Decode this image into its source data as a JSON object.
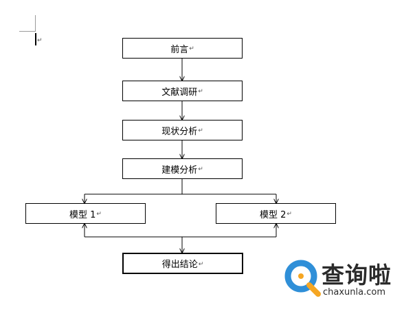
{
  "diagram": {
    "nodes": [
      {
        "id": "intro",
        "label": "前言"
      },
      {
        "id": "lit",
        "label": "文献调研"
      },
      {
        "id": "status",
        "label": "现状分析"
      },
      {
        "id": "model_analysis",
        "label": "建模分析"
      },
      {
        "id": "model1",
        "label": "模型 1"
      },
      {
        "id": "model2",
        "label": "模型 2"
      },
      {
        "id": "conclusion",
        "label": "得出结论"
      }
    ],
    "edges": [
      {
        "from": "intro",
        "to": "lit"
      },
      {
        "from": "lit",
        "to": "status"
      },
      {
        "from": "status",
        "to": "model_analysis"
      },
      {
        "from": "model_analysis",
        "to": "model1"
      },
      {
        "from": "model_analysis",
        "to": "model2"
      },
      {
        "from": "model1",
        "to": "conclusion"
      },
      {
        "from": "model2",
        "to": "conclusion"
      }
    ],
    "paragraph_mark": "↵"
  },
  "watermark": {
    "title": "查询啦",
    "url": "chaxunla.com",
    "accent_color": "#2f8fd8",
    "accent_color_2": "#f5a623"
  }
}
